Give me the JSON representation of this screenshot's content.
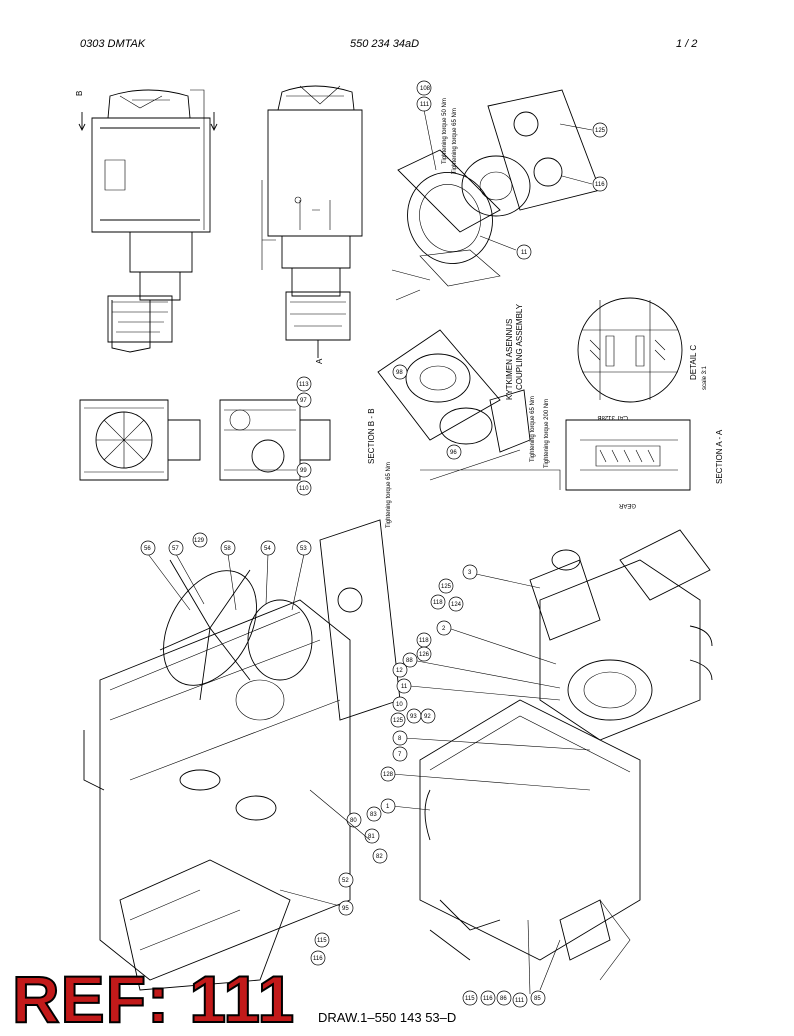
{
  "header": {
    "left": "0303   DMTAK",
    "center": "550 234 34aD",
    "right": "1 /  2"
  },
  "drawing": {
    "rotated_labels": {
      "assembly_fi": "KYTKIMEN ASENNUS",
      "assembly_en": "COUPLING ASSEMBLY",
      "section_bb": "SECTION B - B",
      "section_aa": "SECTION A - A",
      "detail_c": "DETAIL C",
      "detail_scale": "scale 3:1",
      "torque1": "Tightening torque 50 Nm",
      "torque2": "Tightening torque 65 Nm",
      "torque3": "Tightening torque 65 Nm",
      "torque4": "Tightening torque 200 Nm",
      "torque5": "Tightening torque 65 Nm",
      "cat": "CAT 3128B",
      "gear": "GEAR"
    },
    "view_marks": [
      "B",
      "A"
    ],
    "balloons_top": [
      "111",
      "108",
      "125",
      "116",
      "11"
    ],
    "balloons_mid": [
      "113",
      "110",
      "99",
      "97",
      "98",
      "96"
    ],
    "balloons_left": [
      "56",
      "57",
      "129",
      "58",
      "54",
      "53",
      "52",
      "95",
      "80",
      "81",
      "82",
      "83",
      "115",
      "116"
    ],
    "balloons_right": [
      "3",
      "125",
      "124",
      "118",
      "2",
      "118",
      "126",
      "88",
      "11",
      "12",
      "10",
      "8",
      "7",
      "128",
      "125",
      "1",
      "93",
      "92",
      "85",
      "86",
      "111",
      "116",
      "115"
    ]
  },
  "ref": {
    "label": "REF: 111"
  },
  "drawing_number": "DRAW.1–550 143 53–D"
}
